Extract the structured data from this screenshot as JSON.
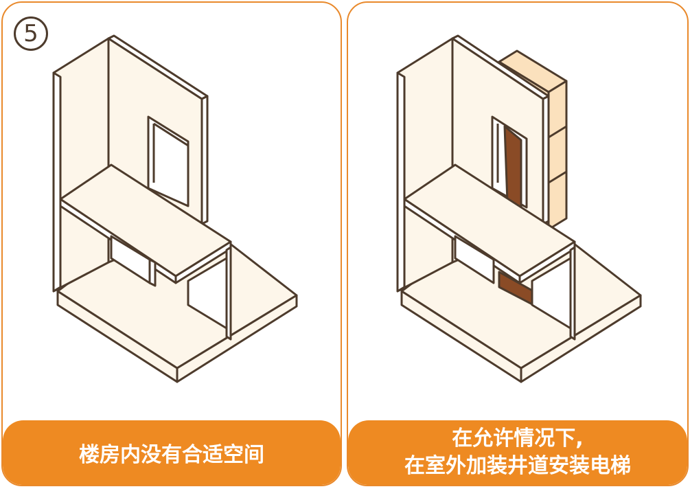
{
  "colors": {
    "accent": "#ee8a22",
    "border": "#e9892b",
    "wall_fill": "#fdf6ea",
    "outline": "#4d3b2c",
    "shaft_fill": "#fbe1bd",
    "door_fill": "#8a4b26",
    "caption_text": "#ffffff"
  },
  "panels": [
    {
      "step": "5",
      "caption_lines": [
        "楼房内没有合适空间"
      ]
    },
    {
      "caption_lines": [
        "在允许情况下,",
        "在室外加装井道安装电梯"
      ]
    }
  ]
}
